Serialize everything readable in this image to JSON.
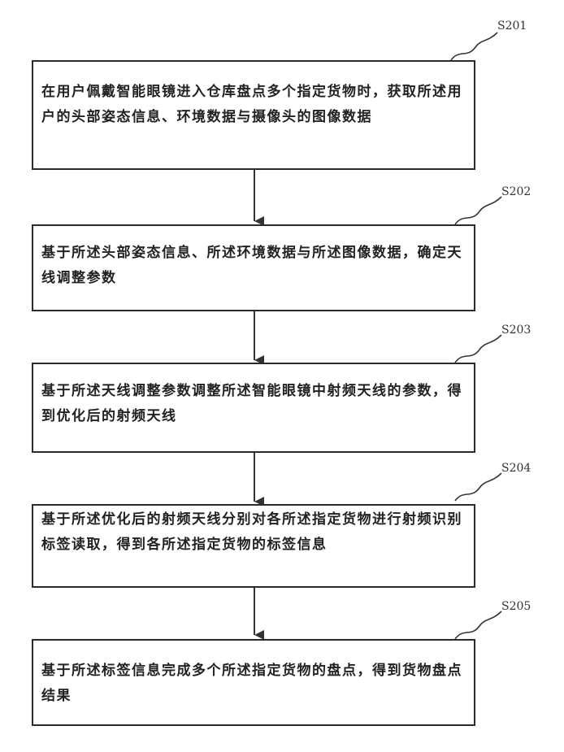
{
  "flowchart": {
    "steps": [
      {
        "id": "S201",
        "text": "在用户佩戴智能眼镜进入仓库盘点多个指定货物时，获取所述用户的头部姿态信息、环境数据与摄像头的图像数据"
      },
      {
        "id": "S202",
        "text": "基于所述头部姿态信息、所述环境数据与所述图像数据，确定天线调整参数"
      },
      {
        "id": "S203",
        "text": "基于所述天线调整参数调整所述智能眼镜中射频天线的参数，得到优化后的射频天线"
      },
      {
        "id": "S204",
        "text": "基于所述优化后的射频天线分别对各所述指定货物进行射频识别标签读取，得到各所述指定货物的标签信息"
      },
      {
        "id": "S205",
        "text": "基于所述标签信息完成多个所述指定货物的盘点，得到货物盘点结果"
      }
    ]
  }
}
